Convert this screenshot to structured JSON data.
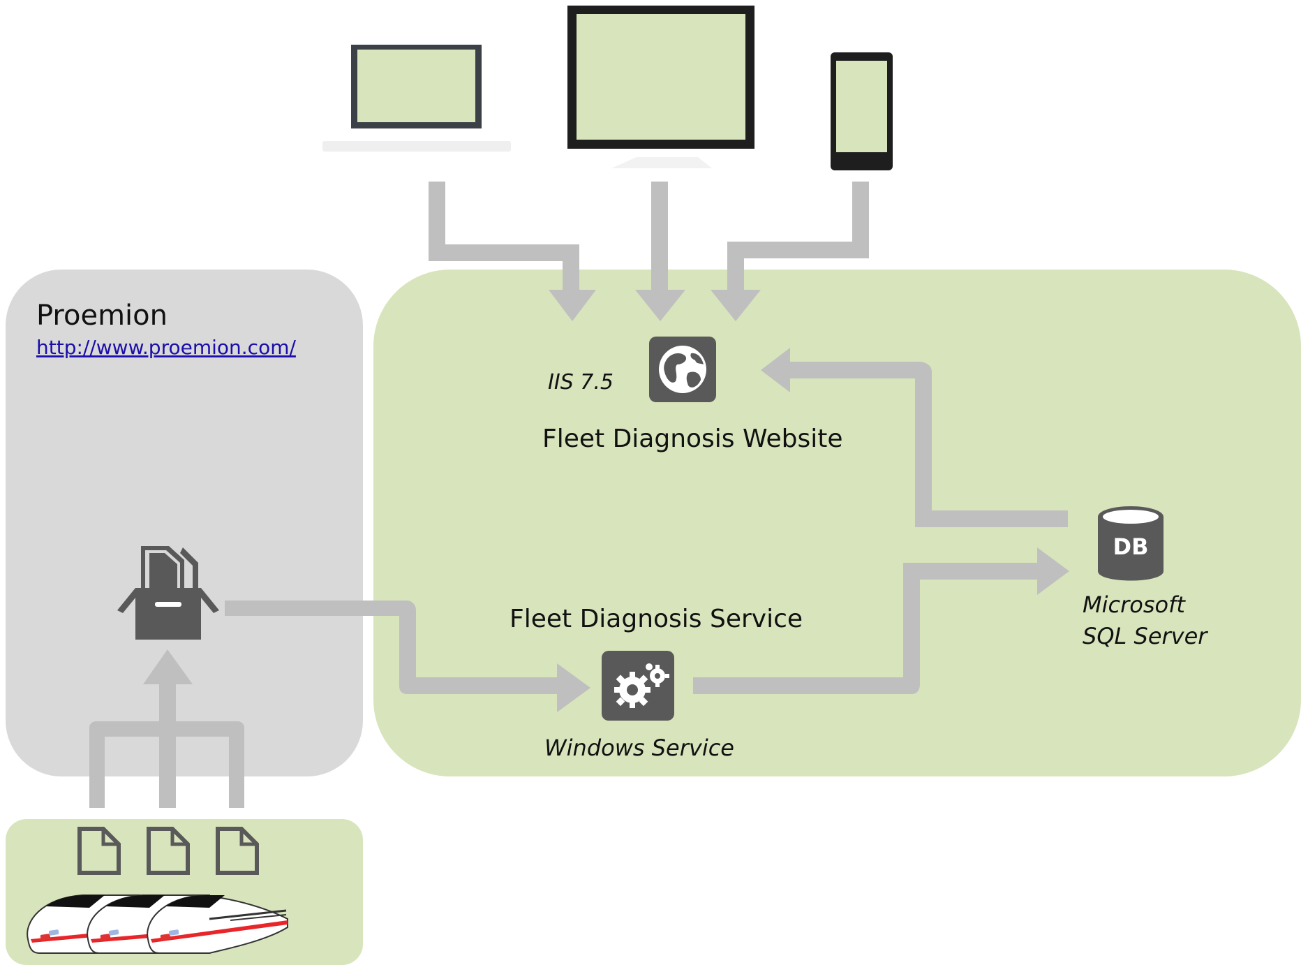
{
  "colors": {
    "green_panel": "#d8e4bc",
    "gray_panel": "#d9d9d9",
    "arrow": "#bfbfbf",
    "icon_dark": "#595959",
    "device_frame": "#1e1e1e",
    "laptop_frame": "#3c4147",
    "link": "#1a0dab",
    "train_red": "#e8262a"
  },
  "proemion": {
    "title": "Proemion",
    "url": "http://www.proemion.com/"
  },
  "website": {
    "server_label": "IIS 7.5",
    "title": "Fleet Diagnosis Website",
    "icon": "globe-icon"
  },
  "service": {
    "title": "Fleet Diagnosis Service",
    "subtitle": "Windows Service",
    "icon": "gears-icon"
  },
  "database": {
    "icon_label": "DB",
    "label_line1": "Microsoft",
    "label_line2": "SQL Server"
  },
  "clients": [
    {
      "name": "laptop",
      "icon": "laptop-icon"
    },
    {
      "name": "desktop monitor",
      "icon": "monitor-icon"
    },
    {
      "name": "smartphone",
      "icon": "phone-icon"
    }
  ],
  "sources": {
    "file_icons": [
      "file-icon",
      "file-icon",
      "file-icon"
    ],
    "vehicle_icon": "train-icon",
    "archive_icon": "archive-box-icon"
  }
}
